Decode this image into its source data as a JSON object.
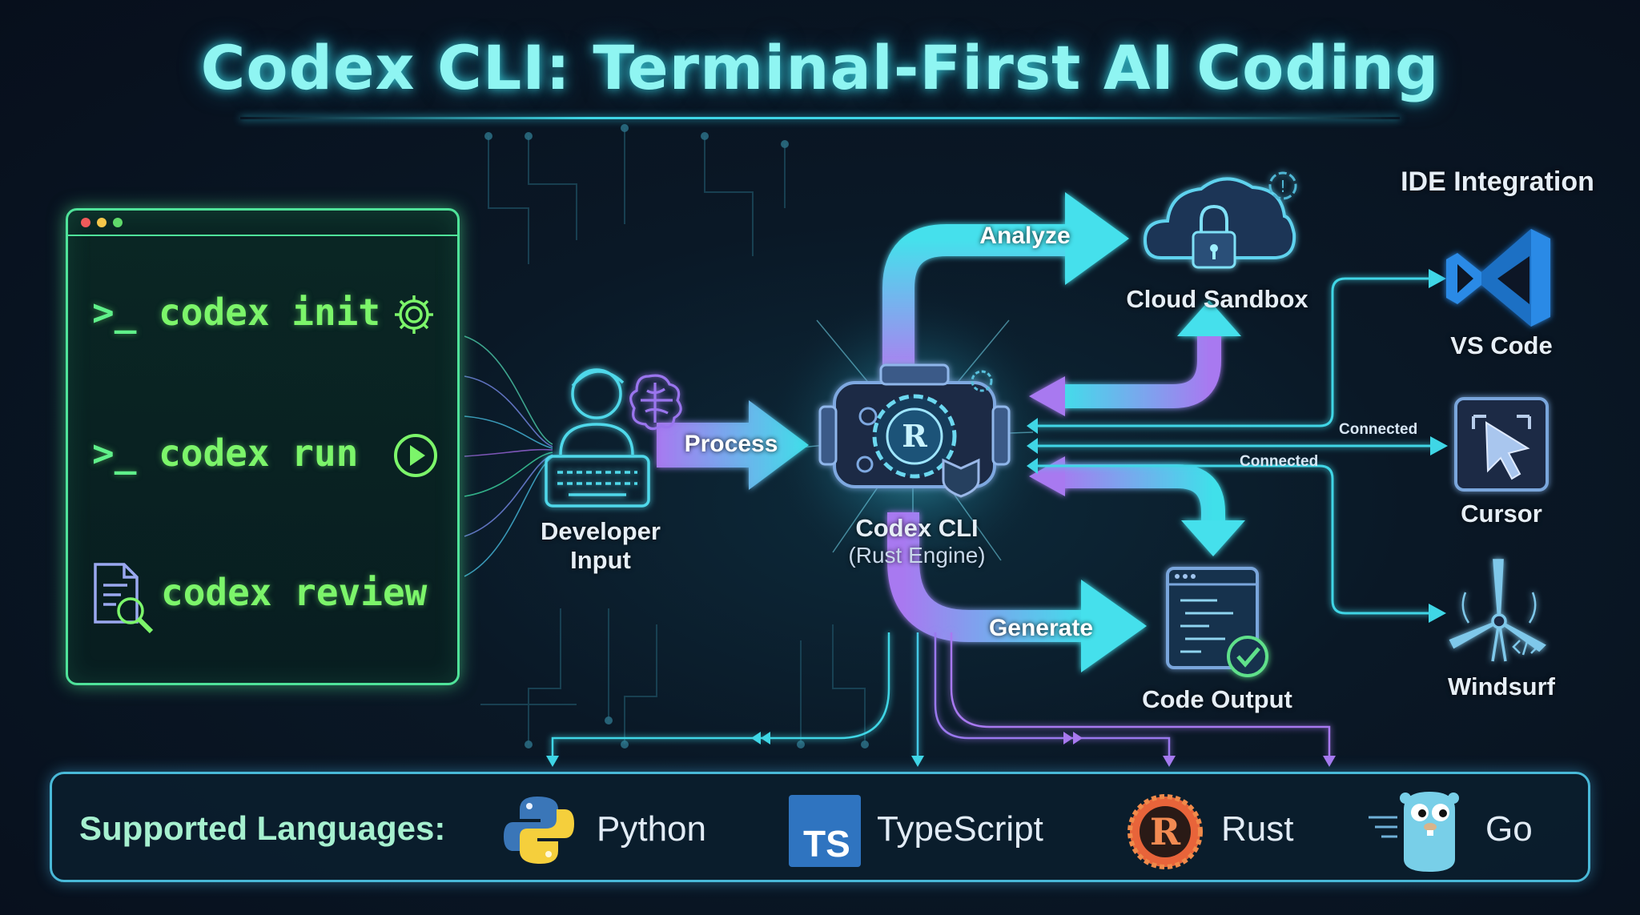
{
  "title": "Codex CLI: Terminal-First AI Coding",
  "terminal": {
    "commands": [
      {
        "text": "codex init",
        "prompt": ">_",
        "icon": "gear-icon"
      },
      {
        "text": "codex run",
        "prompt": ">_",
        "icon": "play-icon"
      },
      {
        "text": "codex review",
        "prompt": "",
        "icon": "document-search-icon"
      }
    ]
  },
  "nodes": {
    "developer": {
      "line1": "Developer",
      "line2": "Input"
    },
    "codex": {
      "line1": "Codex CLI",
      "line2": "(Rust Engine)"
    },
    "cloud": {
      "label": "Cloud Sandbox"
    },
    "output": {
      "label": "Code Output"
    }
  },
  "flows": {
    "process": "Process",
    "analyze": "Analyze",
    "generate": "Generate"
  },
  "ide": {
    "heading": "IDE Integration",
    "items": [
      "VS Code",
      "Cursor",
      "Windsurf"
    ],
    "connected_1": "Connected",
    "connected_2": "Connected"
  },
  "languages": {
    "heading": "Supported Languages:",
    "items": [
      "Python",
      "TypeScript",
      "Rust",
      "Go"
    ],
    "ts_badge": "TS",
    "rust_badge": "R"
  },
  "colors": {
    "title": "#8ff5f2",
    "terminal_border": "#4fe39a",
    "command_text": "#7cf56a",
    "flow_cyan": "#3fd6e6",
    "flow_purple": "#a879f0"
  }
}
